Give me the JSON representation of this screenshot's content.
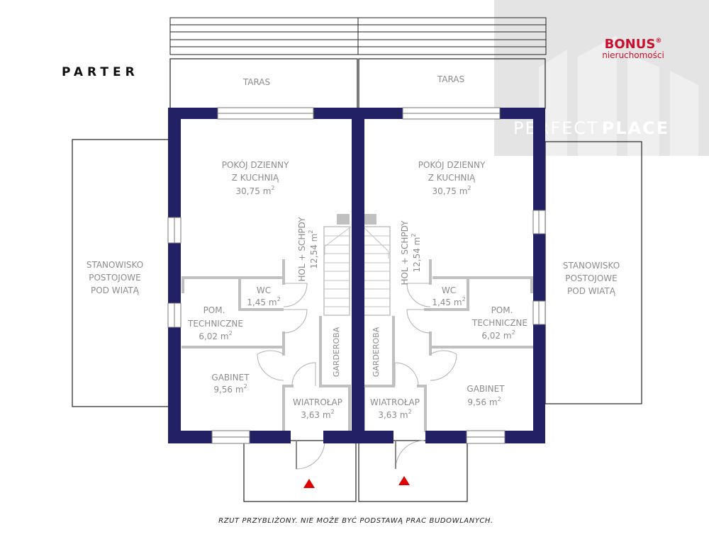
{
  "heading": "PARTER",
  "footer_note": "RZUT  PRZYBLIŻONY.  NIE  MOŻE  BYĆ  PODSTAWĄ  PRAC  BUDOWLANYCH.",
  "logo": {
    "brand": "BONUS",
    "mark": "®",
    "sub": "nieruchomości",
    "tagline_light": "PERFECT",
    "tagline_bold": "PLACE"
  },
  "colors": {
    "wall": "#232166",
    "partition": "#c0c0c0",
    "entrance_marker": "#e00000",
    "brand": "#c8102e"
  },
  "units": {
    "area": "m",
    "sup": "2"
  },
  "left": {
    "terrace": "TARAS",
    "living": {
      "l1": "POKÓJ DZIENNY",
      "l2": "Z KUCHNIĄ",
      "area": "30,75"
    },
    "hall": {
      "label": "HOL + SCHPDY",
      "area": "12,54"
    },
    "wc": {
      "label": "WC",
      "area": "1,45"
    },
    "technical": {
      "l1": "POM.",
      "l2": "TECHNICZNE",
      "area": "6,02"
    },
    "office": {
      "label": "GABINET",
      "area": "9,56"
    },
    "wardrobe": "GARDEROBA",
    "vestibule": {
      "label": "WIATROŁAP",
      "area": "3,63"
    },
    "carport": {
      "l1": "STANOWISKO",
      "l2": "POSTOJOWE",
      "l3": "POD WIATĄ"
    }
  },
  "right": {
    "terrace": "TARAS",
    "living": {
      "l1": "POKÓJ DZIENNY",
      "l2": "Z KUCHNIĄ",
      "area": "30,75"
    },
    "hall": {
      "label": "HOL + SCHPDY",
      "area": "12,54"
    },
    "wc": {
      "label": "WC",
      "area": "1,45"
    },
    "technical": {
      "l1": "POM.",
      "l2": "TECHNICZNE",
      "area": "6,02"
    },
    "office": {
      "label": "GABINET",
      "area": "9,56"
    },
    "wardrobe": "GARDEROBA",
    "vestibule": {
      "label": "WIATROŁAP",
      "area": "3,63"
    },
    "carport": {
      "l1": "STANOWISKO",
      "l2": "POSTOJOWE",
      "l3": "POD WIATĄ"
    }
  }
}
